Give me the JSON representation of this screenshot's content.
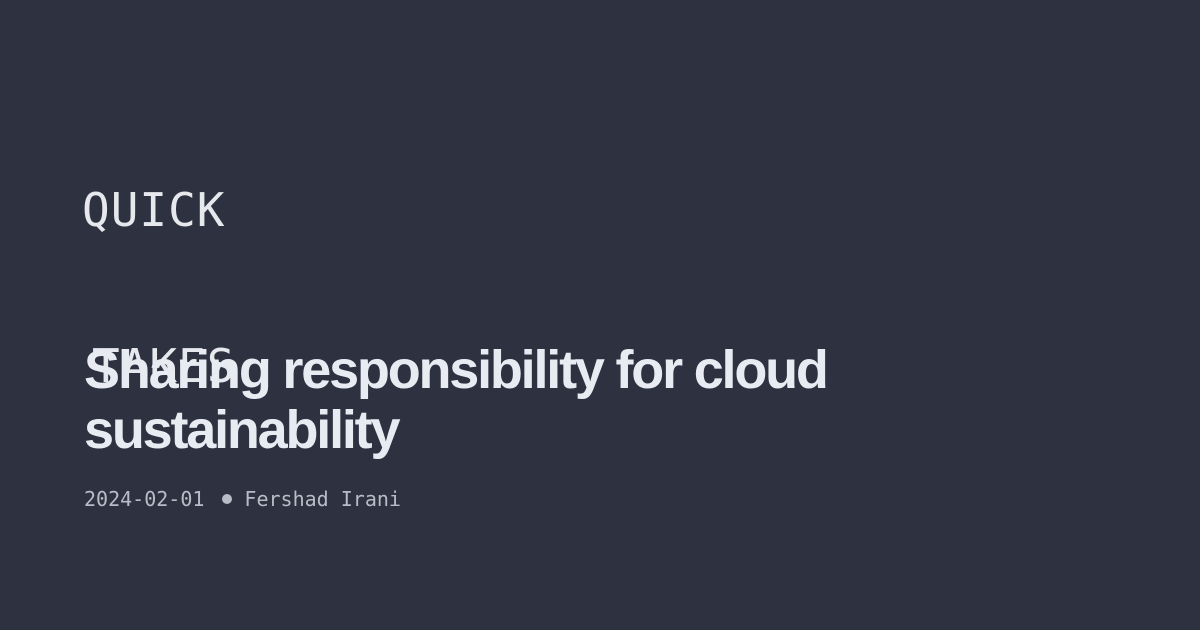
{
  "brand": {
    "line1": "QUICK",
    "line2": "TAKES"
  },
  "post": {
    "title": "Sharing responsibility for cloud sustainability",
    "date": "2024-02-01",
    "author": "Fershad Irani"
  },
  "colors": {
    "background": "#2e3240",
    "title": "#e9ebf2",
    "meta": "#b9bcc6"
  }
}
